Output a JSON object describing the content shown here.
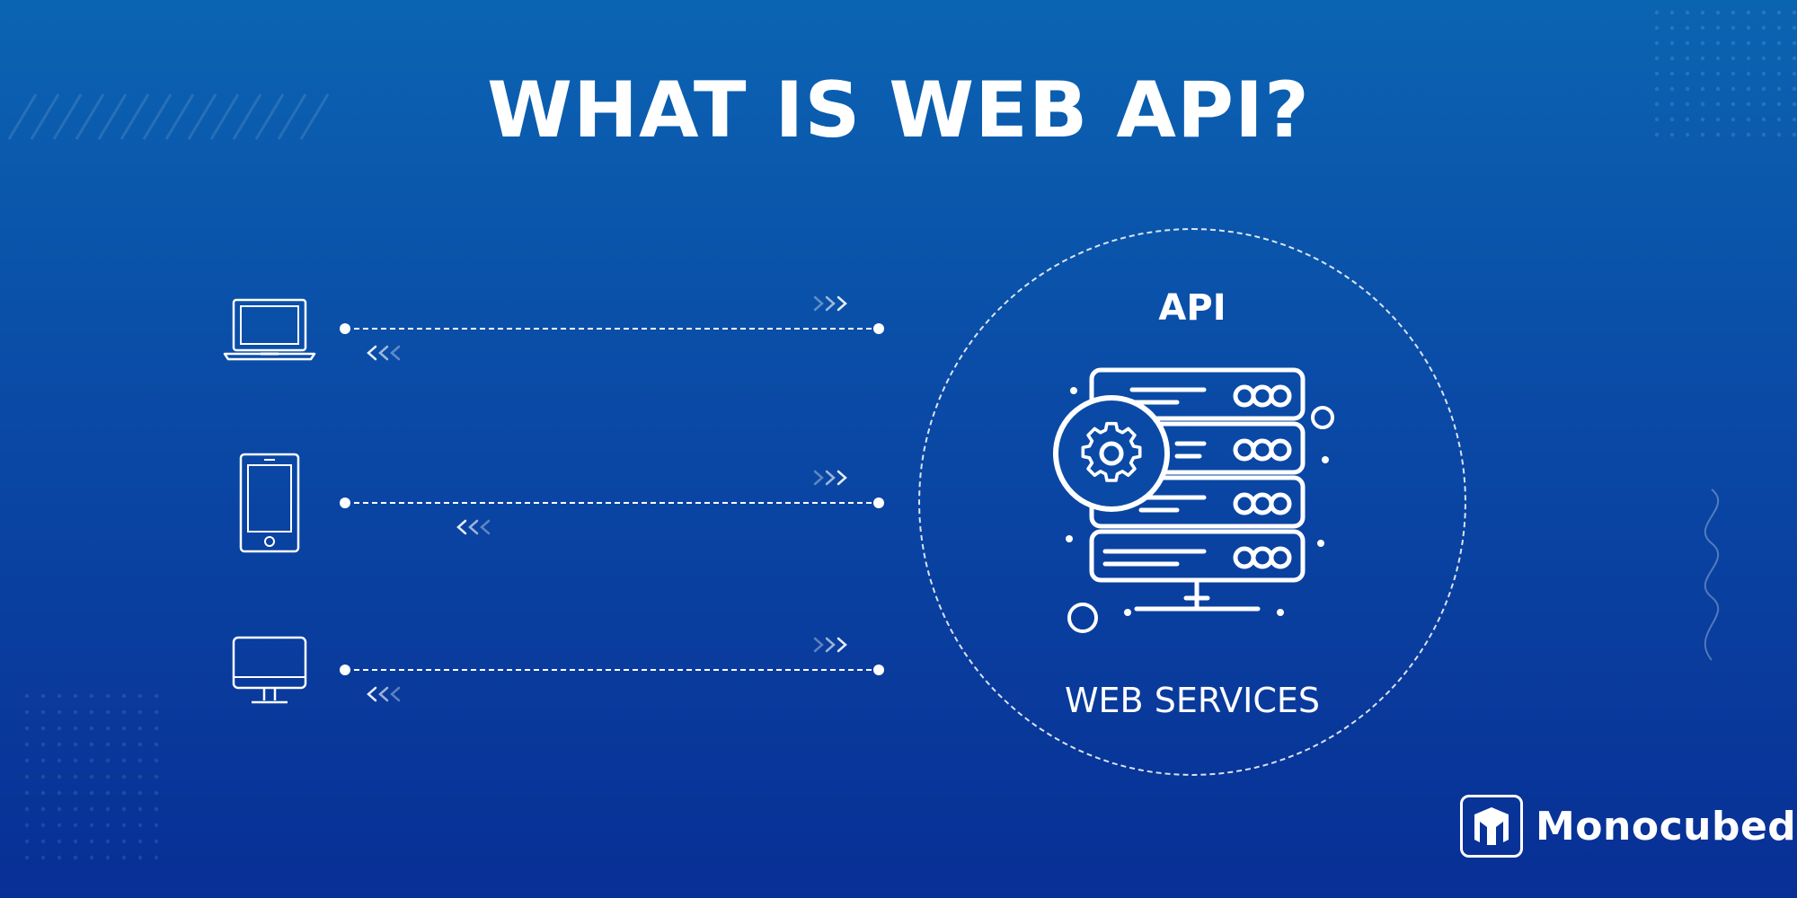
{
  "title": "WHAT IS WEB API?",
  "circle": {
    "top_label": "API",
    "bottom_label": "WEB SERVICES"
  },
  "devices": [
    {
      "icon": "laptop-icon"
    },
    {
      "icon": "tablet-icon"
    },
    {
      "icon": "desktop-monitor-icon"
    }
  ],
  "brand": {
    "name": "Monocubed",
    "icon": "monocubed-logo-icon"
  },
  "colors": {
    "background_top": "#0b64b2",
    "background_bottom": "#082f95",
    "foreground": "#ffffff"
  }
}
